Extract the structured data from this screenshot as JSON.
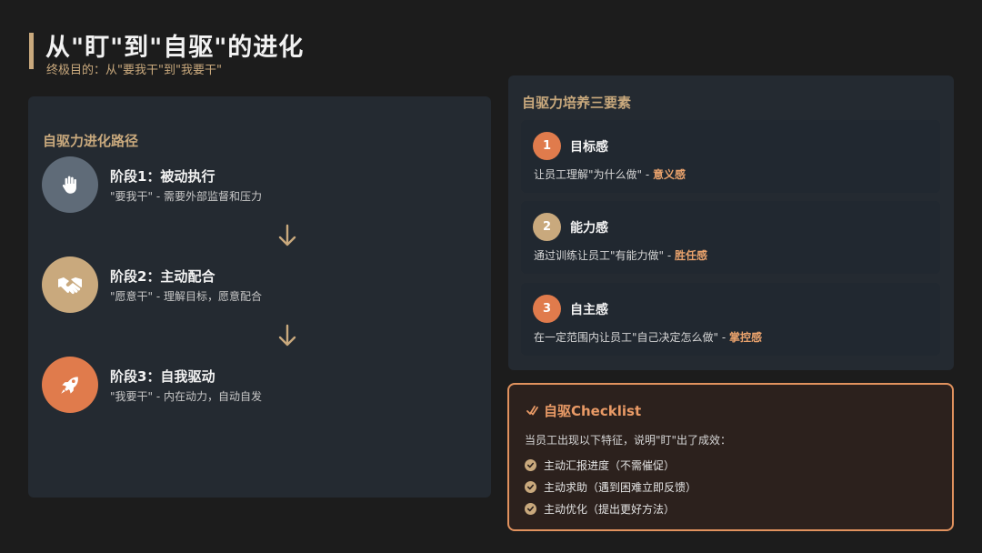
{
  "header": {
    "title": "从\"盯\"到\"自驱\"的进化",
    "subtitle": "终极目的：从\"要我干\"到\"我要干\""
  },
  "path": {
    "heading": "自驱力进化路径",
    "stages": [
      {
        "title": "阶段1：被动执行",
        "desc": "\"要我干\" - 需要外部监督和压力",
        "icon": "hand-stop-icon",
        "color": "#5f6b78"
      },
      {
        "title": "阶段2：主动配合",
        "desc": "\"愿意干\" - 理解目标，愿意配合",
        "icon": "handshake-icon",
        "color": "#c9a97d"
      },
      {
        "title": "阶段3：自我驱动",
        "desc": "\"我要干\" - 内在动力，自动自发",
        "icon": "rocket-icon",
        "color": "#e07b4c"
      }
    ]
  },
  "factors": {
    "heading": "自驱力培养三要素",
    "items": [
      {
        "num": "1",
        "title": "目标感",
        "desc": "让员工理解\"为什么做\" - ",
        "em": "意义感",
        "color": "#e07b4c"
      },
      {
        "num": "2",
        "title": "能力感",
        "desc": "通过训练让员工\"有能力做\" - ",
        "em": "胜任感",
        "color": "#c9a97d"
      },
      {
        "num": "3",
        "title": "自主感",
        "desc": "在一定范围内让员工\"自己决定怎么做\" - ",
        "em": "掌控感",
        "color": "#e07b4c"
      }
    ]
  },
  "checklist": {
    "title": "自驱Checklist",
    "intro": "当员工出现以下特征，说明\"盯\"出了成效：",
    "items": [
      "主动汇报进度（不需催促）",
      "主动求助（遇到困难立即反馈）",
      "主动优化（提出更好方法）"
    ]
  },
  "colors": {
    "accent_gold": "#c9a97d",
    "accent_orange": "#e07b4c",
    "background": "#1c1c1c"
  }
}
